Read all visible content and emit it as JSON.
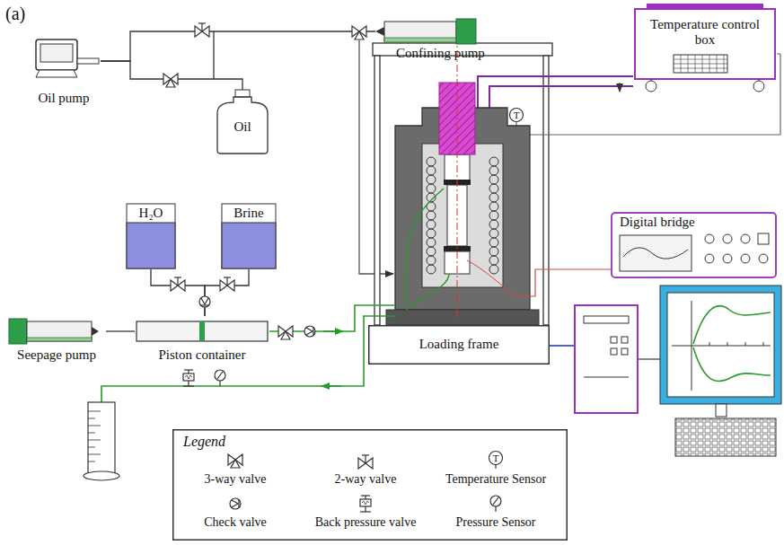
{
  "diagram": {
    "nodes": [
      {
        "text": [
          "Oil pump"
        ]
      },
      {
        "text": [
          "Oil"
        ]
      },
      {
        "text": [
          "Confining pump"
        ]
      },
      {
        "text": [
          "Temperature control box"
        ]
      },
      {
        "text": [
          "H₂O"
        ]
      },
      {
        "text": [
          "Brine"
        ]
      },
      {
        "text": [
          "Digital bridge"
        ]
      },
      {
        "text": [
          "Seepage pump"
        ]
      },
      {
        "text": [
          "Piston container"
        ]
      },
      {
        "text": [
          "Loading frame"
        ]
      },
      {
        "text": [
          "Legend"
        ]
      }
    ],
    "edges": [
      {
        "from": 0,
        "to": 2,
        "arrow": "none"
      },
      {
        "from": 0,
        "to": 1,
        "arrow": "none"
      },
      {
        "from": 4,
        "to": 8,
        "arrow": "none"
      },
      {
        "from": 5,
        "to": 8,
        "arrow": "none"
      },
      {
        "from": 7,
        "to": 8,
        "arrow": "none"
      }
    ],
    "labels": [
      "(a)",
      "T",
      "T"
    ],
    "legend": [
      {
        "text": "3-way valve"
      },
      {
        "text": "2-way valve"
      },
      {
        "text": "Temperature Sensor"
      },
      {
        "text": "Check valve"
      },
      {
        "text": "Back pressure valve"
      },
      {
        "text": "Pressure Sensor"
      }
    ]
  }
}
